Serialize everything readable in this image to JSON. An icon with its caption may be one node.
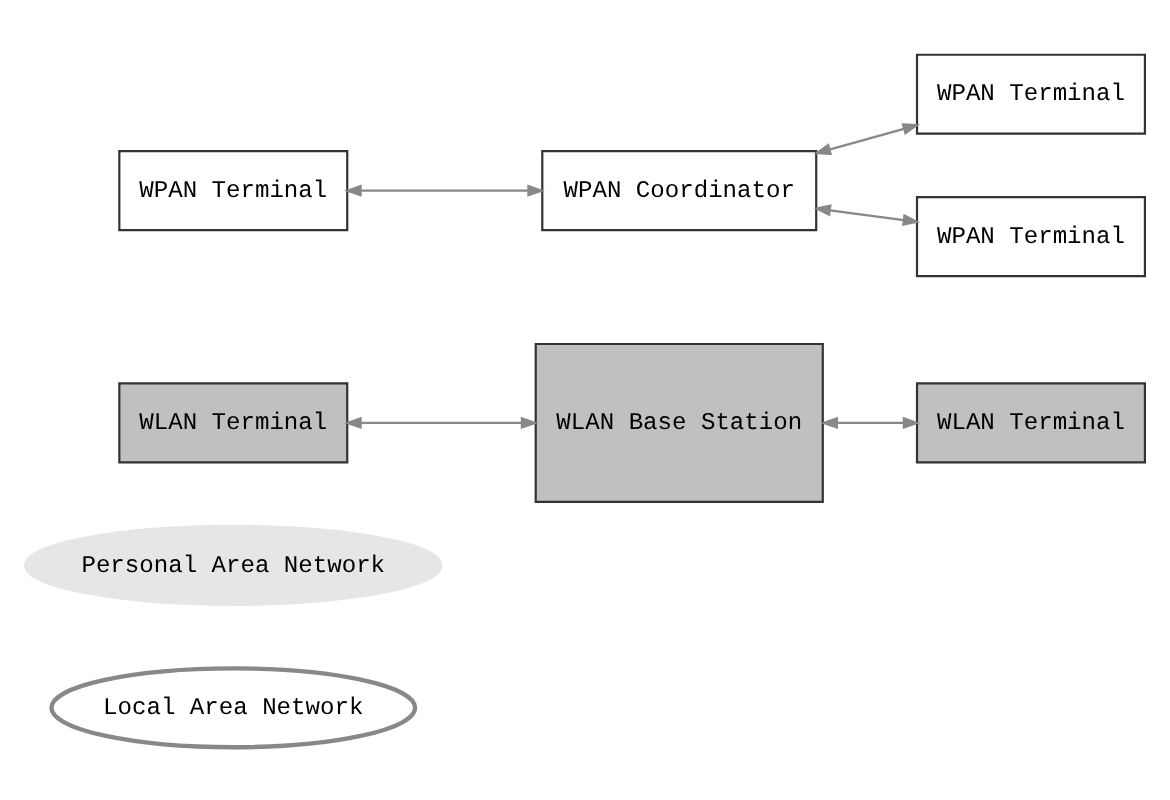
{
  "diagram": {
    "nodes": [
      {
        "text": [
          "Local Area Network"
        ]
      },
      {
        "text": [
          "Personal Area Network"
        ]
      },
      {
        "text": [
          "WLAN Base Station"
        ]
      },
      {
        "text": [
          "WLAN Terminal"
        ]
      },
      {
        "text": [
          "WPAN Terminal"
        ]
      },
      {
        "text": [
          "WPAN Terminal"
        ]
      },
      {
        "text": [
          "WPAN Coordinator"
        ]
      },
      {
        "text": [
          "WLAN Terminal"
        ]
      },
      {
        "text": [
          "WPAN Terminal"
        ]
      }
    ],
    "edges": [
      {
        "from": 3,
        "to": 2,
        "arrow": "both"
      },
      {
        "from": 2,
        "to": 7,
        "arrow": "both"
      },
      {
        "from": 6,
        "to": 4,
        "arrow": "both"
      },
      {
        "from": 5,
        "to": 6,
        "arrow": "both"
      },
      {
        "from": 6,
        "to": 8,
        "arrow": "both"
      }
    ]
  }
}
